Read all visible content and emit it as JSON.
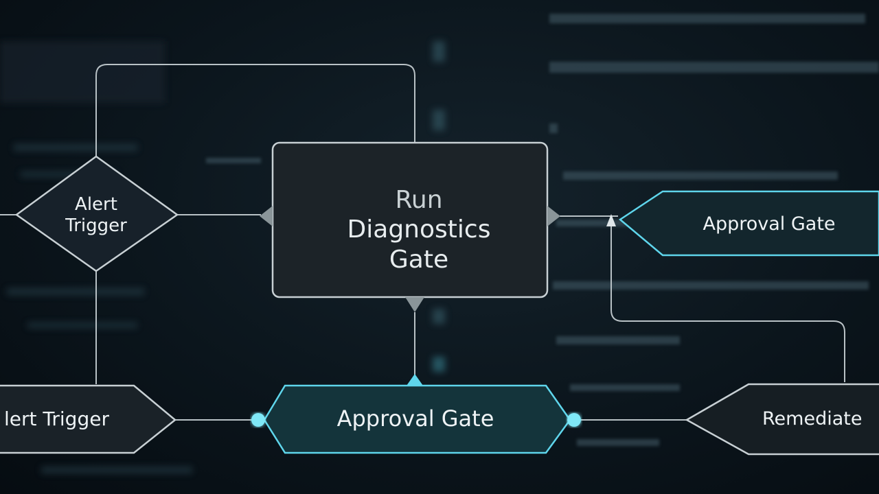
{
  "nodes": {
    "alert_trigger_top": {
      "line1": "Alert",
      "line2": "Trigger"
    },
    "run_diagnostics": {
      "line1": "Run",
      "line2": "Diagnostics",
      "line3": "Gate"
    },
    "approval_gate_right": {
      "label": "Approval Gate"
    },
    "alert_trigger_bottom": {
      "label": "lert Trigger"
    },
    "approval_gate_bottom": {
      "label": "Approval Gate"
    },
    "remediate": {
      "label": "Remediate"
    }
  },
  "colors": {
    "edge": "#b9c2c6",
    "node_fill": "#1c2328",
    "node_stroke": "#c8d0d4",
    "accent_stroke": "#5fd6ec",
    "accent_fill": "#14343b",
    "port_glow": "#7fe8f7"
  }
}
